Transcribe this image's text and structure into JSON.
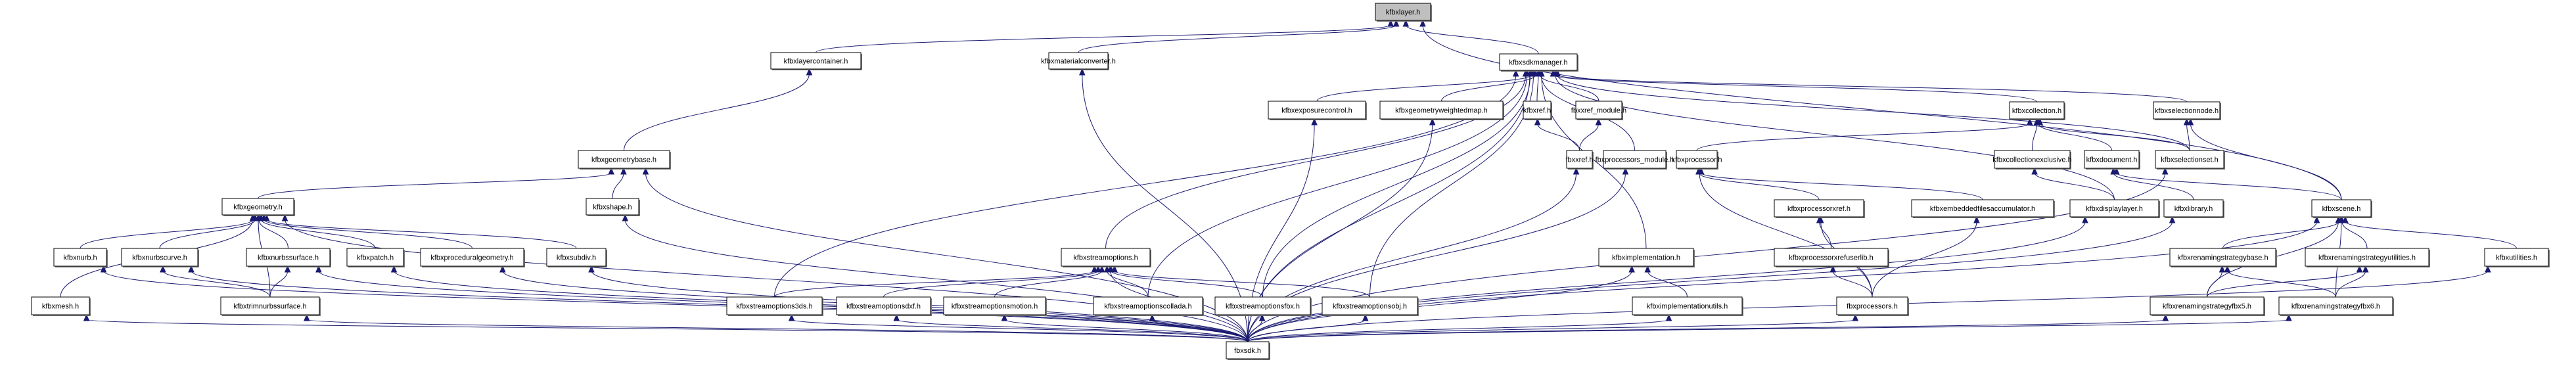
{
  "diagram": {
    "title": "Include dependency graph for kfbxlayer.h",
    "root": "kfbxlayer.h",
    "colors": {
      "edge": "#191970",
      "root_fill": "#bfbfbf",
      "node_fill": "#ffffff",
      "border": "#000000"
    },
    "nodes": [
      {
        "id": "layer",
        "label": "kfbxlayer.h",
        "root": true
      },
      {
        "id": "layercontainer",
        "label": "kfbxlayercontainer.h"
      },
      {
        "id": "materialconverter",
        "label": "kfbxmaterialconverter.h"
      },
      {
        "id": "sdkmanager",
        "label": "kfbxsdkmanager.h"
      },
      {
        "id": "exposurecontrol",
        "label": "kfbxexposurecontrol.h"
      },
      {
        "id": "geometryweightedmap",
        "label": "kfbxgeometryweightedmap.h"
      },
      {
        "id": "kfbxref",
        "label": "kfbxref.h"
      },
      {
        "id": "xrefmodule",
        "label": "fbxxref_module.h"
      },
      {
        "id": "collection",
        "label": "kfbxcollection.h"
      },
      {
        "id": "selectionnode",
        "label": "kfbxselectionnode.h"
      },
      {
        "id": "geometrybase",
        "label": "kfbxgeometrybase.h"
      },
      {
        "id": "fbxxref",
        "label": "fbxxref.h"
      },
      {
        "id": "processorsmodule",
        "label": "fbxprocessors_module.h"
      },
      {
        "id": "processor",
        "label": "kfbxprocessor.h"
      },
      {
        "id": "collectionexclusive",
        "label": "kfbxcollectionexclusive.h"
      },
      {
        "id": "document",
        "label": "kfbxdocument.h"
      },
      {
        "id": "selectionset",
        "label": "kfbxselectionset.h"
      },
      {
        "id": "geometry",
        "label": "kfbxgeometry.h"
      },
      {
        "id": "shape",
        "label": "kfbxshape.h"
      },
      {
        "id": "processorxref",
        "label": "kfbxprocessorxref.h"
      },
      {
        "id": "embeddedfiles",
        "label": "kfbxembeddedfilesaccumulator.h"
      },
      {
        "id": "displaylayer",
        "label": "kfbxdisplaylayer.h"
      },
      {
        "id": "library",
        "label": "kfbxlibrary.h"
      },
      {
        "id": "scene",
        "label": "kfbxscene.h"
      },
      {
        "id": "nurb",
        "label": "kfbxnurb.h"
      },
      {
        "id": "nurbscurve",
        "label": "kfbxnurbscurve.h"
      },
      {
        "id": "nurbssurface",
        "label": "kfbxnurbssurface.h"
      },
      {
        "id": "patch",
        "label": "kfbxpatch.h"
      },
      {
        "id": "procgeom",
        "label": "kfbxproceduralgeometry.h"
      },
      {
        "id": "subdiv",
        "label": "kfbxsubdiv.h"
      },
      {
        "id": "streamoptions",
        "label": "kfbxstreamoptions.h"
      },
      {
        "id": "implementation",
        "label": "kfbximplementation.h"
      },
      {
        "id": "processorxrefuserlib",
        "label": "kfbxprocessorxrefuserlib.h"
      },
      {
        "id": "renamingbase",
        "label": "kfbxrenamingstrategybase.h"
      },
      {
        "id": "renamingutilities",
        "label": "kfbxrenamingstrategyutilities.h"
      },
      {
        "id": "utilities",
        "label": "kfbxutilities.h"
      },
      {
        "id": "mesh",
        "label": "kfbxmesh.h"
      },
      {
        "id": "trimnurbs",
        "label": "kfbxtrimnurbssurface.h"
      },
      {
        "id": "so3ds",
        "label": "kfbxstreamoptions3ds.h"
      },
      {
        "id": "sodxf",
        "label": "kfbxstreamoptionsdxf.h"
      },
      {
        "id": "somotion",
        "label": "kfbxstreamoptionsmotion.h"
      },
      {
        "id": "socollada",
        "label": "kfbxstreamoptionscollada.h"
      },
      {
        "id": "sofbx",
        "label": "kfbxstreamoptionsfbx.h"
      },
      {
        "id": "soobj",
        "label": "kfbxstreamoptionsobj.h"
      },
      {
        "id": "implutils",
        "label": "kfbximplementationutils.h"
      },
      {
        "id": "processors",
        "label": "fbxprocessors.h"
      },
      {
        "id": "renamingfbx5",
        "label": "kfbxrenamingstrategyfbx5.h"
      },
      {
        "id": "renamingfbx6",
        "label": "kfbxrenamingstrategyfbx6.h"
      },
      {
        "id": "fbxsdk",
        "label": "fbxsdk.h"
      }
    ],
    "edges": [
      [
        "layercontainer",
        "layer"
      ],
      [
        "materialconverter",
        "layer"
      ],
      [
        "sdkmanager",
        "layer"
      ],
      [
        "scene",
        "layer"
      ],
      [
        "geometrybase",
        "layercontainer"
      ],
      [
        "fbxsdk",
        "materialconverter"
      ],
      [
        "exposurecontrol",
        "sdkmanager"
      ],
      [
        "geometryweightedmap",
        "sdkmanager"
      ],
      [
        "kfbxref",
        "sdkmanager"
      ],
      [
        "xrefmodule",
        "sdkmanager"
      ],
      [
        "collection",
        "sdkmanager"
      ],
      [
        "selectionnode",
        "sdkmanager"
      ],
      [
        "processorsmodule",
        "sdkmanager"
      ],
      [
        "displaylayer",
        "sdkmanager"
      ],
      [
        "selectionset",
        "sdkmanager"
      ],
      [
        "streamoptions",
        "sdkmanager"
      ],
      [
        "so3ds",
        "sdkmanager"
      ],
      [
        "socollada",
        "sdkmanager"
      ],
      [
        "sofbx",
        "sdkmanager"
      ],
      [
        "soobj",
        "sdkmanager"
      ],
      [
        "implementation",
        "sdkmanager"
      ],
      [
        "fbxsdk",
        "sdkmanager"
      ],
      [
        "fbxxref",
        "kfbxref"
      ],
      [
        "fbxxref",
        "xrefmodule"
      ],
      [
        "processor",
        "collection"
      ],
      [
        "collectionexclusive",
        "collection"
      ],
      [
        "document",
        "collection"
      ],
      [
        "selectionset",
        "collection"
      ],
      [
        "selectionset",
        "selectionnode"
      ],
      [
        "scene",
        "selectionnode"
      ],
      [
        "geometry",
        "geometrybase"
      ],
      [
        "shape",
        "geometrybase"
      ],
      [
        "fbxsdk",
        "geometrybase"
      ],
      [
        "processorxref",
        "processor"
      ],
      [
        "embeddedfiles",
        "processor"
      ],
      [
        "processors",
        "processor"
      ],
      [
        "displaylayer",
        "collectionexclusive"
      ],
      [
        "library",
        "document"
      ],
      [
        "scene",
        "document"
      ],
      [
        "nurb",
        "geometry"
      ],
      [
        "nurbscurve",
        "geometry"
      ],
      [
        "nurbssurface",
        "geometry"
      ],
      [
        "patch",
        "geometry"
      ],
      [
        "procgeom",
        "geometry"
      ],
      [
        "subdiv",
        "geometry"
      ],
      [
        "mesh",
        "geometry"
      ],
      [
        "trimnurbs",
        "geometry"
      ],
      [
        "fbxsdk",
        "geometry"
      ],
      [
        "fbxsdk",
        "shape"
      ],
      [
        "processorxrefuserlib",
        "processorxref"
      ],
      [
        "processors",
        "processorxref"
      ],
      [
        "processors",
        "embeddedfiles"
      ],
      [
        "fbxsdk",
        "displaylayer"
      ],
      [
        "fbxsdk",
        "library"
      ],
      [
        "renamingbase",
        "scene"
      ],
      [
        "renamingutilities",
        "scene"
      ],
      [
        "utilities",
        "scene"
      ],
      [
        "renamingfbx5",
        "scene"
      ],
      [
        "renamingfbx6",
        "scene"
      ],
      [
        "fbxsdk",
        "scene"
      ],
      [
        "trimnurbs",
        "nurbscurve"
      ],
      [
        "trimnurbs",
        "nurbssurface"
      ],
      [
        "fbxsdk",
        "nurb"
      ],
      [
        "fbxsdk",
        "nurbscurve"
      ],
      [
        "fbxsdk",
        "nurbssurface"
      ],
      [
        "fbxsdk",
        "patch"
      ],
      [
        "fbxsdk",
        "procgeom"
      ],
      [
        "fbxsdk",
        "subdiv"
      ],
      [
        "so3ds",
        "streamoptions"
      ],
      [
        "sodxf",
        "streamoptions"
      ],
      [
        "somotion",
        "streamoptions"
      ],
      [
        "socollada",
        "streamoptions"
      ],
      [
        "sofbx",
        "streamoptions"
      ],
      [
        "soobj",
        "streamoptions"
      ],
      [
        "fbxsdk",
        "streamoptions"
      ],
      [
        "implutils",
        "implementation"
      ],
      [
        "fbxsdk",
        "implementation"
      ],
      [
        "processors",
        "processorxrefuserlib"
      ],
      [
        "renamingfbx5",
        "renamingbase"
      ],
      [
        "renamingfbx6",
        "renamingbase"
      ],
      [
        "renamingfbx5",
        "renamingutilities"
      ],
      [
        "renamingfbx6",
        "renamingutilities"
      ],
      [
        "fbxsdk",
        "utilities"
      ],
      [
        "fbxsdk",
        "mesh"
      ],
      [
        "fbxsdk",
        "trimnurbs"
      ],
      [
        "fbxsdk",
        "so3ds"
      ],
      [
        "fbxsdk",
        "sodxf"
      ],
      [
        "fbxsdk",
        "somotion"
      ],
      [
        "fbxsdk",
        "socollada"
      ],
      [
        "fbxsdk",
        "sofbx"
      ],
      [
        "fbxsdk",
        "soobj"
      ],
      [
        "fbxsdk",
        "implutils"
      ],
      [
        "fbxsdk",
        "processors"
      ],
      [
        "fbxsdk",
        "renamingfbx5"
      ],
      [
        "fbxsdk",
        "renamingfbx6"
      ],
      [
        "fbxsdk",
        "exposurecontrol"
      ],
      [
        "fbxsdk",
        "geometryweightedmap"
      ],
      [
        "fbxsdk",
        "fbxxref"
      ],
      [
        "fbxsdk",
        "processorsmodule"
      ],
      [
        "fbxsdk",
        "selectionset"
      ]
    ]
  }
}
